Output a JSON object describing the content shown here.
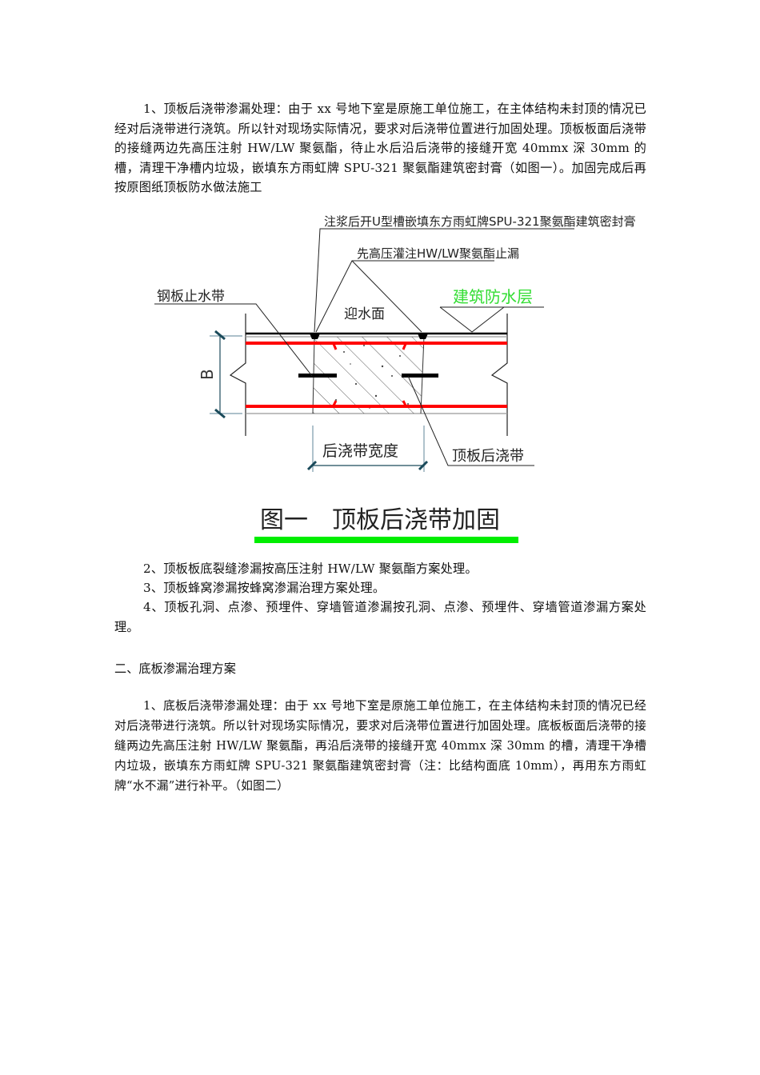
{
  "section1": {
    "item1": "1、顶板后浇带渗漏处理：由于 xx 号地下室是原施工单位施工，在主体结构未封顶的情况已经对后浇带进行浇筑。所以针对现场实际情况，要求对后浇带位置进行加固处理。顶板板面后浇带的接缝两边先高压注射 HW/LW 聚氨酯，待止水后沿后浇带的接缝开宽 40mmx 深 30mm 的槽，清理干净槽内垃圾，嵌填东方雨虹牌 SPU-321 聚氨酯建筑密封膏（如图一）。加固完成后再按原图纸顶板防水做法施工",
    "item2": "2、顶板板底裂缝渗漏按高压注射 HW/LW 聚氨酯方案处理。",
    "item3": "3、顶板蜂窝渗漏按蜂窝渗漏治理方案处理。",
    "item4": "4、顶板孔洞、点渗、预埋件、穿墙管道渗漏按孔洞、点渗、预埋件、穿墙管道渗漏方案处理。"
  },
  "figure1": {
    "label_grout_groove": "注浆后开U型槽嵌填东方雨虹牌SPU-321聚氨酯建筑密封膏",
    "label_injection": "先高压灌注HW/LW聚氨酯止漏",
    "label_steel_waterstop": "钢板止水带",
    "label_water_face": "迎水面",
    "label_waterproof_layer": "建筑防水层",
    "label_dimension_b": "B",
    "label_band_width": "后浇带宽度",
    "label_roof_band": "顶板后浇带",
    "caption": "图一　顶板后浇带加固",
    "colors": {
      "rebar": "#ff0000",
      "waterproof_label": "#33dd33",
      "caption_underline": "#00ee00",
      "dimension": "#1a4a5a"
    }
  },
  "section2": {
    "heading": "二、底板渗漏治理方案",
    "item1": "1、底板后浇带渗漏处理：由于 xx 号地下室是原施工单位施工，在主体结构未封顶的情况已经对后浇带进行浇筑。所以针对现场实际情况，要求对后浇带位置进行加固处理。底板板面后浇带的接缝两边先高压注射 HW/LW 聚氨酯，再沿后浇带的接缝开宽 40mmx 深 30mm 的槽，清理干净槽内垃圾，嵌填东方雨虹牌 SPU-321 聚氨酯建筑密封膏（注：比结构面底 10mm），再用东方雨虹牌“水不漏”进行补平。（如图二）"
  }
}
